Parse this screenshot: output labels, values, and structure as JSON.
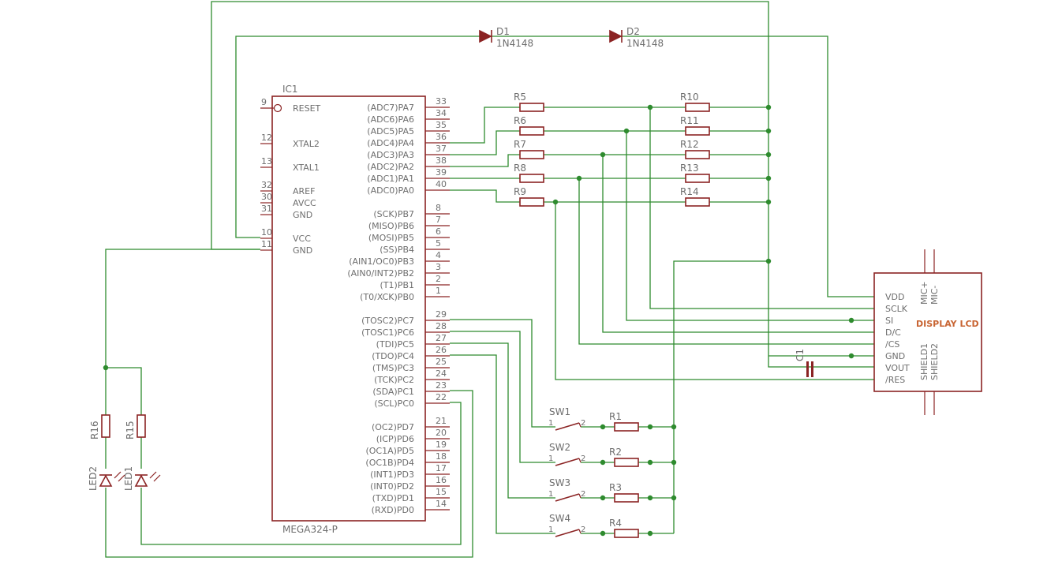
{
  "ic": {
    "name": "IC1",
    "part": "MEGA324-P",
    "left_pins": [
      {
        "num": "9",
        "label": "RESET"
      },
      {
        "num": "12",
        "label": "XTAL2"
      },
      {
        "num": "13",
        "label": "XTAL1"
      },
      {
        "num": "32",
        "label": "AREF"
      },
      {
        "num": "30",
        "label": "AVCC"
      },
      {
        "num": "31",
        "label": "GND"
      },
      {
        "num": "10",
        "label": "VCC"
      },
      {
        "num": "11",
        "label": "GND"
      }
    ],
    "right_pins": [
      {
        "num": "33",
        "label": "(ADC7)PA7"
      },
      {
        "num": "34",
        "label": "(ADC6)PA6"
      },
      {
        "num": "35",
        "label": "(ADC5)PA5"
      },
      {
        "num": "36",
        "label": "(ADC4)PA4"
      },
      {
        "num": "37",
        "label": "(ADC3)PA3"
      },
      {
        "num": "38",
        "label": "(ADC2)PA2"
      },
      {
        "num": "39",
        "label": "(ADC1)PA1"
      },
      {
        "num": "40",
        "label": "(ADC0)PA0"
      },
      {
        "num": "8",
        "label": "(SCK)PB7"
      },
      {
        "num": "7",
        "label": "(MISO)PB6"
      },
      {
        "num": "6",
        "label": "(MOSI)PB5"
      },
      {
        "num": "5",
        "label": "(SS)PB4"
      },
      {
        "num": "4",
        "label": "(AIN1/OC0)PB3"
      },
      {
        "num": "3",
        "label": "(AIN0/INT2)PB2"
      },
      {
        "num": "2",
        "label": "(T1)PB1"
      },
      {
        "num": "1",
        "label": "(T0/XCK)PB0"
      },
      {
        "num": "29",
        "label": "(TOSC2)PC7"
      },
      {
        "num": "28",
        "label": "(TOSC1)PC6"
      },
      {
        "num": "27",
        "label": "(TDI)PC5"
      },
      {
        "num": "26",
        "label": "(TDO)PC4"
      },
      {
        "num": "25",
        "label": "(TMS)PC3"
      },
      {
        "num": "24",
        "label": "(TCK)PC2"
      },
      {
        "num": "23",
        "label": "(SDA)PC1"
      },
      {
        "num": "22",
        "label": "(SCL)PC0"
      },
      {
        "num": "21",
        "label": "(OC2)PD7"
      },
      {
        "num": "20",
        "label": "(ICP)PD6"
      },
      {
        "num": "19",
        "label": "(OC1A)PD5"
      },
      {
        "num": "18",
        "label": "(OC1B)PD4"
      },
      {
        "num": "17",
        "label": "(INT1)PD3"
      },
      {
        "num": "16",
        "label": "(INT0)PD2"
      },
      {
        "num": "15",
        "label": "(TXD)PD1"
      },
      {
        "num": "14",
        "label": "(RXD)PD0"
      }
    ]
  },
  "diodes": [
    {
      "name": "D1",
      "value": "1N4148"
    },
    {
      "name": "D2",
      "value": "1N4148"
    }
  ],
  "resistors_left": [
    "R5",
    "R6",
    "R7",
    "R8",
    "R9"
  ],
  "resistors_right": [
    "R10",
    "R11",
    "R12",
    "R13",
    "R14"
  ],
  "switches": [
    {
      "name": "SW1",
      "pin1": "1",
      "pin2": "2",
      "resistor": "R1"
    },
    {
      "name": "SW2",
      "pin1": "1",
      "pin2": "2",
      "resistor": "R2"
    },
    {
      "name": "SW3",
      "pin1": "1",
      "pin2": "2",
      "resistor": "R3"
    },
    {
      "name": "SW4",
      "pin1": "1",
      "pin2": "2",
      "resistor": "R4"
    }
  ],
  "leds": [
    {
      "resistor": "R16",
      "led": "LED2"
    },
    {
      "resistor": "R15",
      "led": "LED1"
    }
  ],
  "capacitor": "C1",
  "lcd": {
    "name": "DISPLAY LCD",
    "pins": [
      "VDD",
      "SCLK",
      "SI",
      "D/C",
      "/CS",
      "GND",
      "VOUT",
      "/RES"
    ],
    "top_pins": [
      "MIC+",
      "MIC-"
    ],
    "bottom_pins": [
      "SHIELD1",
      "SHIELD2"
    ]
  },
  "colors": {
    "wire": "#2e8b2e",
    "symbol": "#8b2323",
    "text": "#6e6e6e",
    "lcd_label": "#c86432"
  }
}
